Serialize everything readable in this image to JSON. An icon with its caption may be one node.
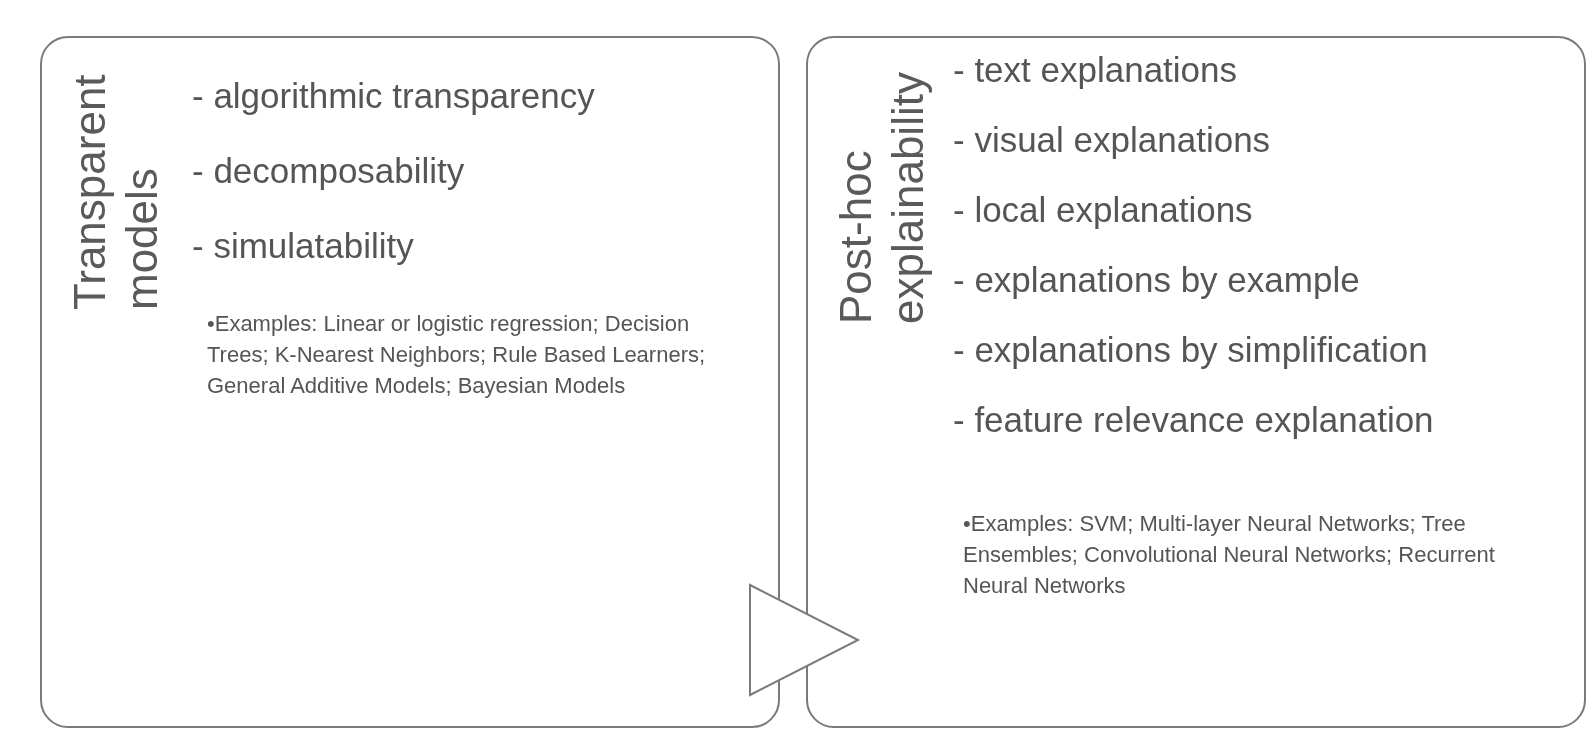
{
  "diagram": {
    "nodes": [
      {
        "text": [
          "Transparent models",
          "- algorithmic transparency",
          "- decomposability",
          "- simulatability",
          "•Examples: Linear or logistic regression; Decision Trees; K-Nearest Neighbors; Rule Based Learners; General Additive Models; Bayesian Models"
        ]
      },
      {
        "text": [
          "Post-hoc explainability",
          "- text explanations",
          "- visual explanations",
          "- local explanations",
          "- explanations by example",
          "- explanations by simplification",
          "- feature relevance explanation",
          "•Examples: SVM; Multi-layer Neural Networks; Tree Ensembles; Convolutional Neural Networks; Recurrent Neural Networks"
        ]
      }
    ],
    "edges": [
      {
        "from": 0,
        "to": 1,
        "arrow": "to"
      }
    ]
  }
}
